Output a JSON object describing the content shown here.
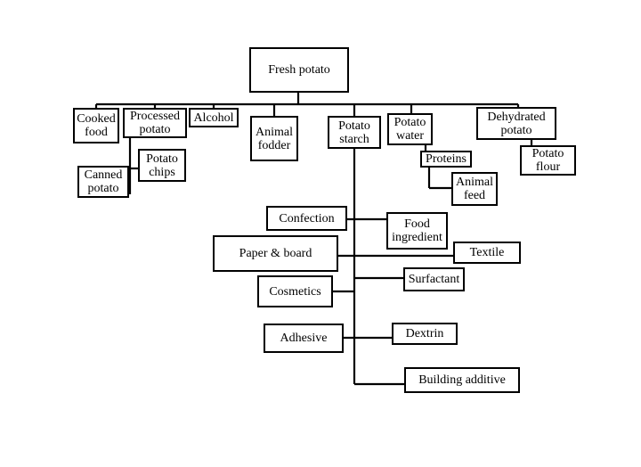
{
  "diagram": {
    "nodes": {
      "fresh_potato": "Fresh potato",
      "cooked_food": "Cooked\nfood",
      "processed_potato": "Processed\npotato",
      "alcohol": "Alcohol",
      "animal_fodder": "Animal\nfodder",
      "potato_starch": "Potato\nstarch",
      "potato_water": "Potato\nwater",
      "dehydrated_potato": "Dehydrated\npotato",
      "canned_potato": "Canned\npotato",
      "potato_chips": "Potato\nchips",
      "proteins": "Proteins",
      "animal_feed": "Animal\nfeed",
      "potato_flour": "Potato\nflour",
      "confection": "Confection",
      "food_ingredient": "Food\ningredient",
      "paper_board": "Paper & board",
      "textile": "Textile",
      "surfactant": "Surfactant",
      "cosmetics": "Cosmetics",
      "adhesive": "Adhesive",
      "dextrin": "Dextrin",
      "building_additive": "Building  additive"
    }
  }
}
